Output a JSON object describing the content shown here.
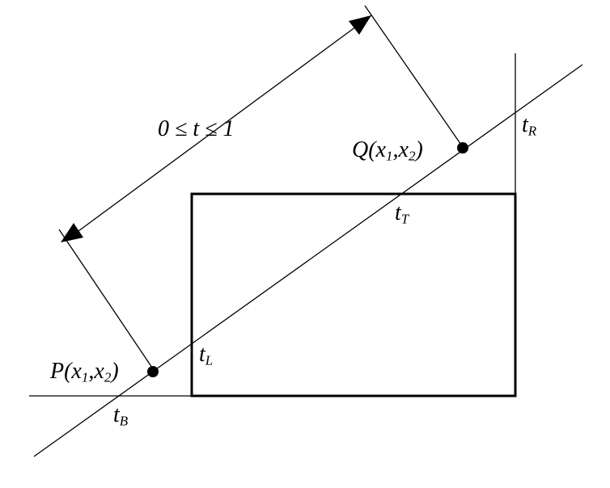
{
  "colors": {
    "ink": "#000000",
    "background": "#ffffff"
  },
  "labels": {
    "range": "0 ≤ t ≤ 1",
    "point_p": {
      "name": "P",
      "open": "(x",
      "sub1": "1",
      "comma": ",x",
      "sub2": "2",
      "close": ")"
    },
    "point_q": {
      "name": "Q",
      "open": "(x",
      "sub1": "1",
      "comma": ",x",
      "sub2": "2",
      "close": ")"
    },
    "t_right": {
      "main": "t",
      "sub": "R"
    },
    "t_top": {
      "main": "t",
      "sub": "T"
    },
    "t_left": {
      "main": "t",
      "sub": "L"
    },
    "t_bottom": {
      "main": "t",
      "sub": "B"
    }
  }
}
